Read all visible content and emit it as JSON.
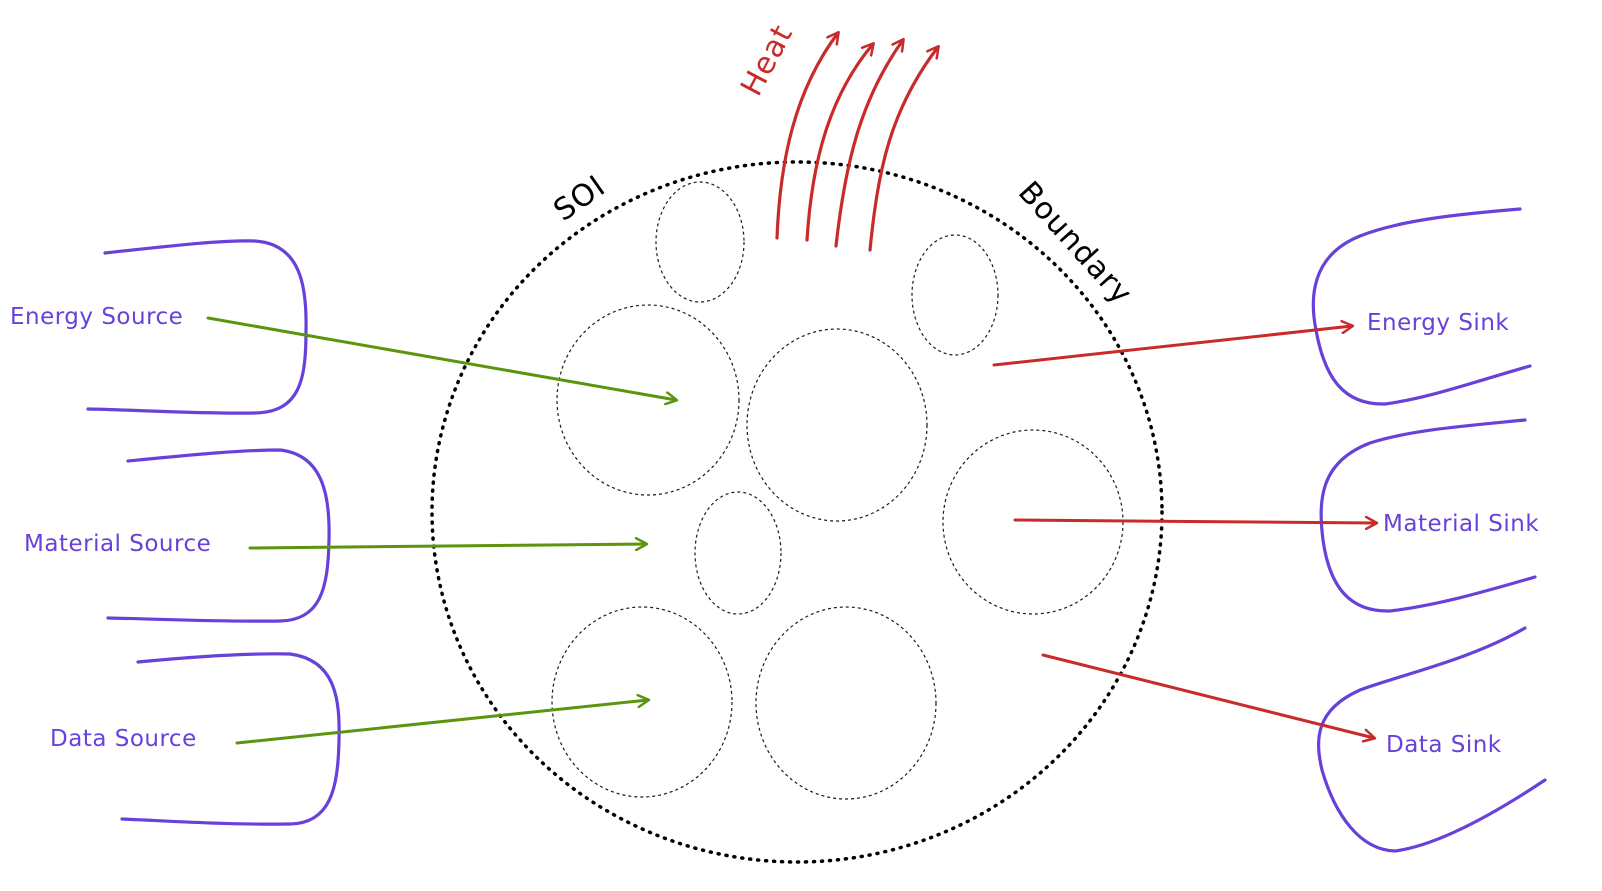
{
  "labels": {
    "heat": "Heat",
    "soi": "SOI",
    "boundary": "Boundary"
  },
  "sources": [
    {
      "label": "Energy Source"
    },
    {
      "label": "Material Source"
    },
    {
      "label": "Data Source"
    }
  ],
  "sinks": [
    {
      "label": "Energy Sink"
    },
    {
      "label": "Material Sink"
    },
    {
      "label": "Data Sink"
    }
  ],
  "colors": {
    "purple": "#6741d9",
    "green": "#5c940d",
    "red": "#c92a2a",
    "black": "#000000"
  }
}
